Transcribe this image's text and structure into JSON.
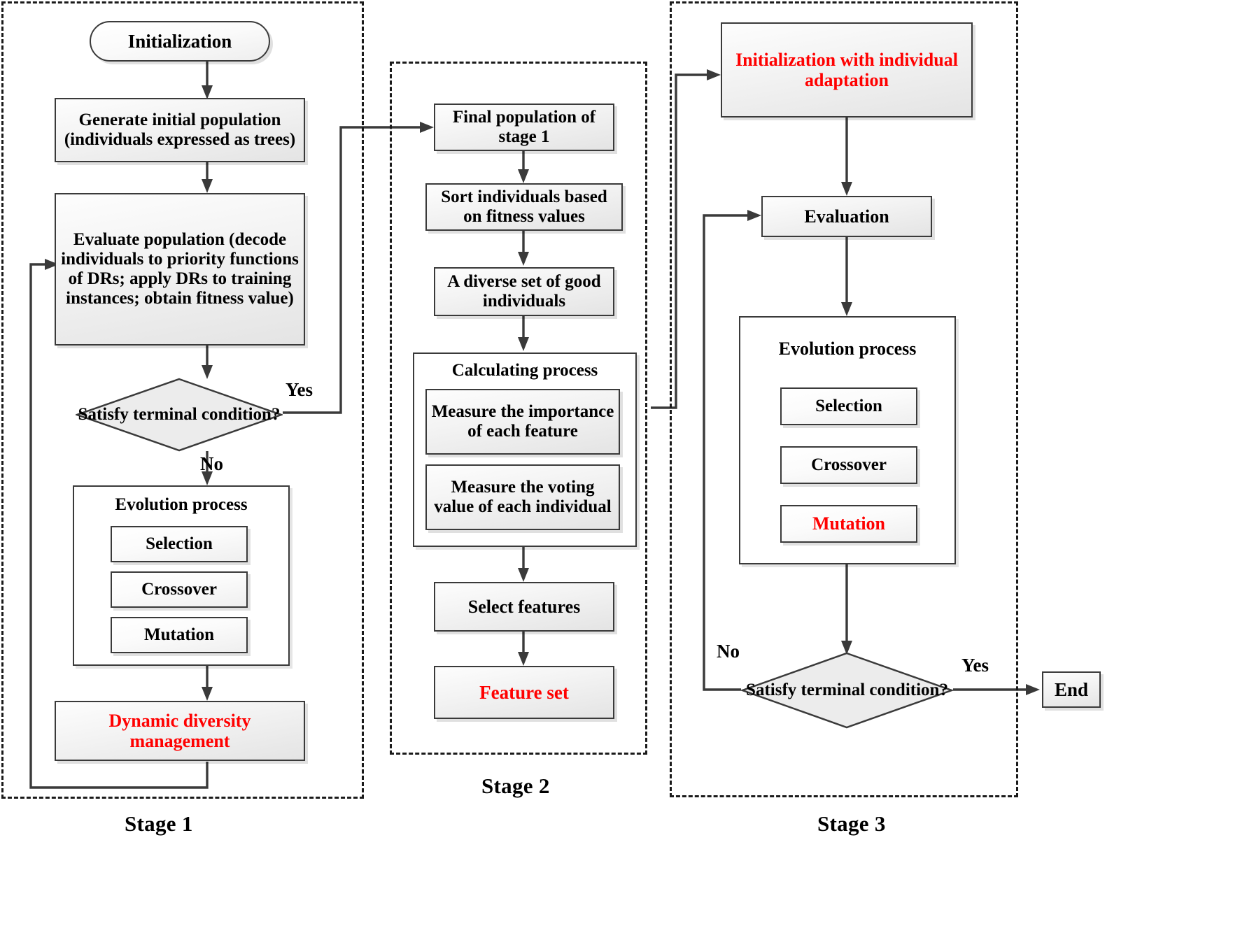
{
  "diagram": {
    "title": "Three-stage genetic programming framework with feature selection",
    "accent_red": "#ff0000",
    "node_fill": "#ececec",
    "stroke": "#3a3a3a"
  },
  "stages": [
    {
      "id": "stage1",
      "label": "Stage 1"
    },
    {
      "id": "stage2",
      "label": "Stage 2"
    },
    {
      "id": "stage3",
      "label": "Stage 3"
    }
  ],
  "stage1": {
    "start": "Initialization",
    "generate": "Generate initial population (individuals expressed as trees)",
    "evaluate": "Evaluate population (decode individuals to priority functions of DRs; apply DRs to training instances; obtain fitness value)",
    "decision": "Satisfy terminal condition?",
    "yes_label": "Yes",
    "no_label": "No",
    "evolution_title": "Evolution process",
    "evolution_ops": [
      "Selection",
      "Crossover",
      "Mutation"
    ],
    "diversity": "Dynamic diversity management"
  },
  "stage2": {
    "final_population": "Final population of stage 1",
    "sort": "Sort individuals based on fitness values",
    "diverse_set": "A diverse set of good individuals",
    "calculating_title": "Calculating process",
    "calc_steps": [
      "Measure the importance of each feature",
      "Measure the voting value of each individual"
    ],
    "select_features": "Select features",
    "feature_set": "Feature set"
  },
  "stage3": {
    "init": "Initialization with individual adaptation",
    "evaluation": "Evaluation",
    "evolution_title": "Evolution process",
    "evolution_ops": [
      "Selection",
      "Crossover",
      "Mutation"
    ],
    "decision": "Satisfy terminal condition?",
    "yes_label": "Yes",
    "no_label": "No",
    "end": "End"
  }
}
